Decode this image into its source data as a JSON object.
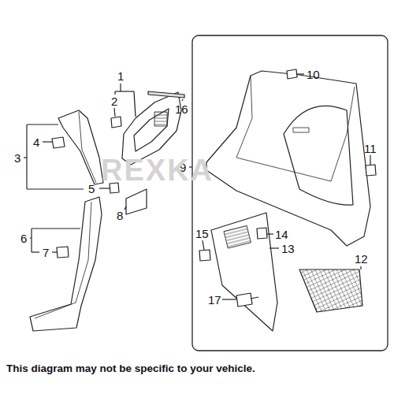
{
  "diagram": {
    "caption": "This diagram may not be specific to your vehicle.",
    "labels": [
      "1",
      "2",
      "3",
      "4",
      "5",
      "6",
      "7",
      "8",
      "9",
      "10",
      "11",
      "12",
      "13",
      "14",
      "15",
      "16",
      "17",
      "REXKA"
    ]
  }
}
